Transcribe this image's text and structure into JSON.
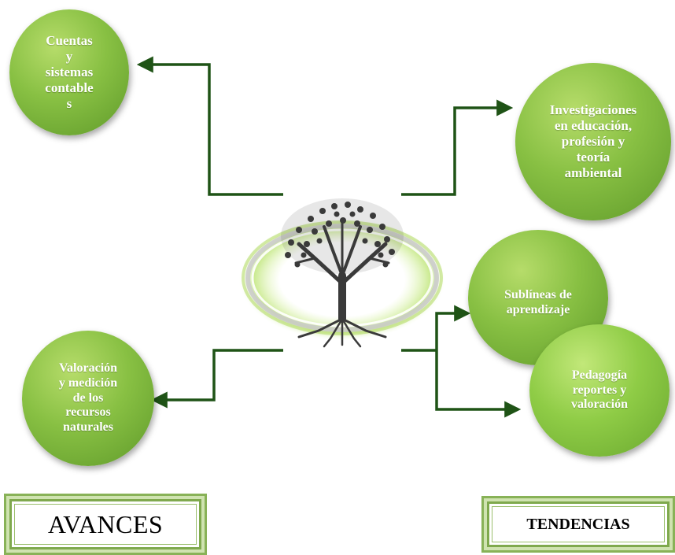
{
  "nodes": {
    "cuentas": "Cuentas\ny\nsistemas\ncontable\ns",
    "investigaciones": "Investigaciones\nen educación,\nprofesión y\nteoría\nambiental",
    "sublineas": "Sublíneas de\naprendizaje",
    "pedagogia": "Pedagogía\nreportes y\nvaloración",
    "valoracion": "Valoración\ny medición\nde los\nrecursos\nnaturales"
  },
  "labels": {
    "avances": "AVANCES",
    "tendencias": "TENDENCIAS"
  },
  "colors": {
    "connector": "#1f5316",
    "node_green": "#88c043",
    "frame_green": "#88b257",
    "tree": "#3a3a3a"
  },
  "icons": {
    "center": "tree-icon"
  }
}
